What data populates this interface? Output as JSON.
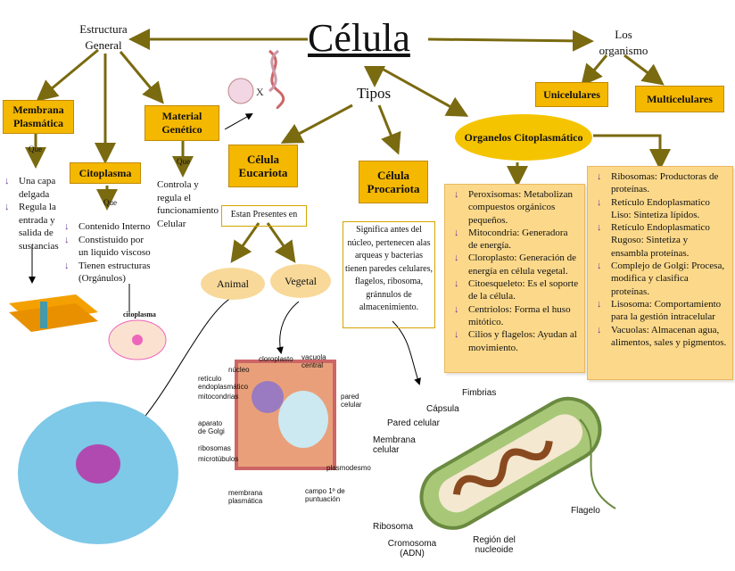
{
  "title": "Célula",
  "estructura": "Estructura General",
  "organismos": "Los organismo",
  "tipos": "Tipos",
  "unicelulares": "Unicelulares",
  "multicelulares": "Multicelulares",
  "membrana": {
    "title": "Membrana Plasmática",
    "que": "Que",
    "items": [
      "Una capa delgada",
      "Regula la entrada y salida de sustancias"
    ]
  },
  "citoplasma": {
    "title": "Citoplasma",
    "que": "Que",
    "items": [
      "Contenido Interno",
      "Constistuido por un liquido viscoso",
      "Tienen estructuras (Orgánulos)"
    ],
    "image_label": "citoplasma"
  },
  "material": {
    "title": "Material Genético",
    "que": "Que",
    "text": "Controla y regula el funcionamiento Celular"
  },
  "eucariota": {
    "title": "Célula Eucariota",
    "presentes": "Estan Presentes en",
    "animal": "Animal",
    "vegetal": "Vegetal"
  },
  "procariota": {
    "title": "Célula Procariota",
    "text": "Significa antes del núcleo, pertenecen alas arqueas y bacterias tienen paredes celulares, flagelos, ribosoma, gránnulos de almacenimiento."
  },
  "organelos": {
    "title": "Organelos Citoplasmático",
    "left": [
      "Peroxisomas: Metabolizan compuestos orgánicos pequeños.",
      "Mitocondria:  Generadora de energía.",
      "Cloroplasto: Generación de energía en célula vegetal.",
      "Citoesqueleto: Es el soporte de la célula.",
      "Centriolos: Forma el huso mitótico.",
      "Cilios y flagelos: Ayudan al movimiento."
    ],
    "right": [
      "Ribosomas: Productoras de proteínas.",
      "Retículo Endoplasmatico Liso: Sintetiza lípidos.",
      "Retículo Endoplasmatico Rugoso: Sintetiza y ensambla proteínas.",
      "Complejo de Golgi: Procesa, modifica y clasifica proteínas.",
      "Lisosoma: Comportamiento para la gestión intracelular",
      "Vacuolas: Almacenan agua, alimentos, sales y pigmentos."
    ]
  },
  "plant_labels": [
    "núcleo",
    "retículo endoplasmático",
    "mitocondrias",
    "cloroplasto",
    "vacuola central",
    "pared celular",
    "aparato de Golgi",
    "ribosomas",
    "microtúbulos",
    "plasmodesmo",
    "membrana plasmática",
    "campo 1º de puntuación"
  ],
  "bacteria_labels": [
    "Fimbrias",
    "Cápsula",
    "Pared celular",
    "Membrana celular",
    "Flagelo",
    "Ribosoma",
    "Cromosoma (ADN)",
    "Región del nucleoide"
  ],
  "colors": {
    "box": "#f5b800",
    "pale": "#fcd98a",
    "arrow": "#7a6a10"
  }
}
